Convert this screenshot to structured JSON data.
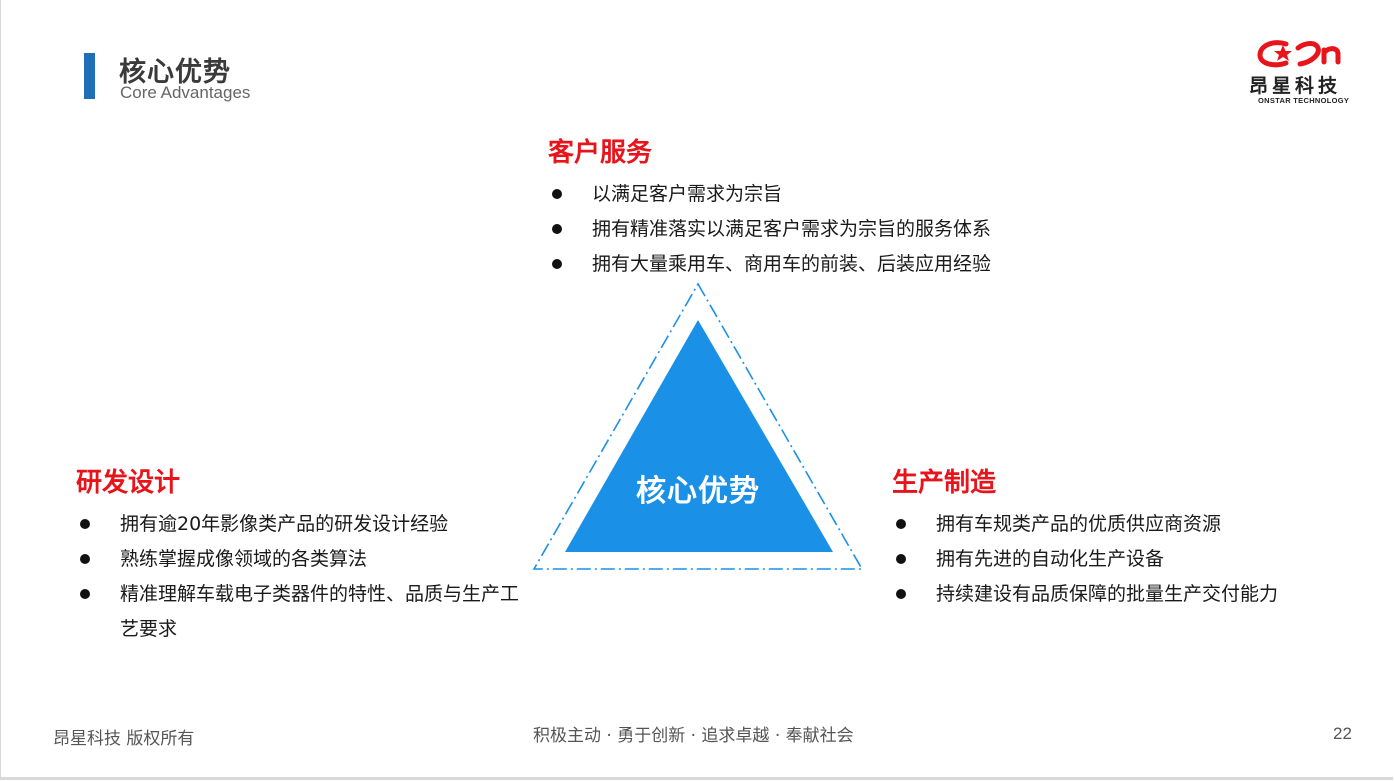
{
  "header": {
    "title_cn": "核心优势",
    "title_en": "Core Advantages"
  },
  "logo": {
    "name_cn": "昂星科技",
    "name_en": "ONSTAR TECHNOLOGY",
    "brand_color": "#e8141b"
  },
  "diagram": {
    "center_label": "核心优势",
    "triangle_color": "#1a91e6",
    "outline_color": "#1a91e6"
  },
  "sections": {
    "customer": {
      "heading": "客户服务",
      "items": [
        "以满足客户需求为宗旨",
        "拥有精准落实以满足客户需求为宗旨的服务体系",
        "拥有大量乘用车、商用车的前装、后装应用经验"
      ]
    },
    "rnd": {
      "heading": "研发设计",
      "items": [
        "拥有逾20年影像类产品的研发设计经验",
        "熟练掌握成像领域的各类算法",
        "精准理解车载电子类器件的特性、品质与生产工艺要求"
      ]
    },
    "production": {
      "heading": "生产制造",
      "items": [
        "拥有车规类产品的优质供应商资源",
        "拥有先进的自动化生产设备",
        "持续建设有品质保障的批量生产交付能力"
      ]
    }
  },
  "footer": {
    "copyright": "昂星科技 版权所有",
    "slogan": "积极主动 · 勇于创新 · 追求卓越 · 奉献社会",
    "page_number": "22"
  },
  "colors": {
    "heading_red": "#e8141b",
    "title_bar_blue": "#1f6fb8"
  }
}
